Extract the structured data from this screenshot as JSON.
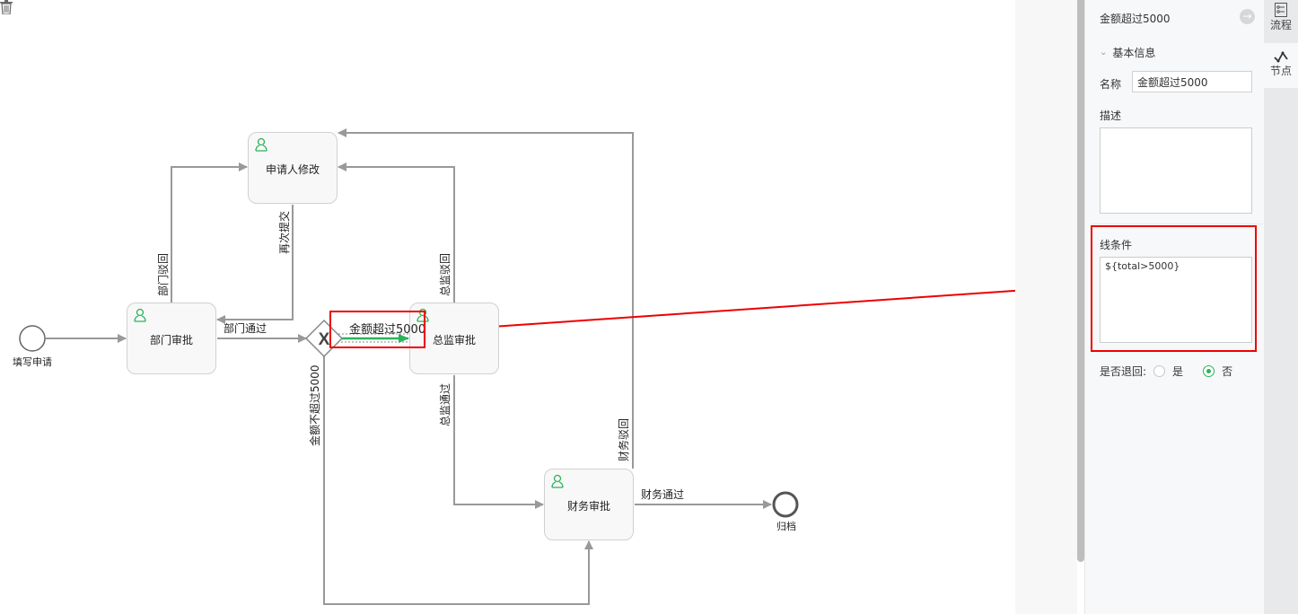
{
  "diagram": {
    "start_event": {
      "label": "填写申请"
    },
    "end_event": {
      "label": "归档"
    },
    "tasks": [
      {
        "id": "dept",
        "label": "部门审批",
        "icon": "user-task-icon"
      },
      {
        "id": "applicant",
        "label": "申请人修改",
        "icon": "user-task-icon"
      },
      {
        "id": "director",
        "label": "总监审批",
        "icon": "user-task-icon"
      },
      {
        "id": "finance",
        "label": "财务审批",
        "icon": "user-task-icon"
      }
    ],
    "gateway": {
      "type": "exclusive",
      "symbol": "X"
    },
    "flows": [
      {
        "label": "部门通过"
      },
      {
        "label": "部门驳回"
      },
      {
        "label": "再次提交"
      },
      {
        "label": "总监驳回"
      },
      {
        "label": "金额超过5000",
        "selected": true
      },
      {
        "label": "金额不超过5000"
      },
      {
        "label": "总监通过"
      },
      {
        "label": "财务驳回"
      },
      {
        "label": "财务通过"
      }
    ],
    "colors": {
      "line": "#999999",
      "selected_flow": "#2bb35a",
      "user_icon": "#2bb35a",
      "annotation": "#ee0000"
    }
  },
  "panel": {
    "title": "金额超过5000",
    "section_basic": "基本信息",
    "name_label": "名称",
    "name_value": "金额超过5000",
    "desc_label": "描述",
    "desc_value": "",
    "condition_label": "线条件",
    "condition_value": "${total>5000}",
    "return_label": "是否退回:",
    "return_options": [
      {
        "label": "是",
        "checked": false
      },
      {
        "label": "否",
        "checked": true
      }
    ]
  },
  "tabs": [
    {
      "label": "流程",
      "icon": "process-icon",
      "active": false
    },
    {
      "label": "节点",
      "icon": "node-icon",
      "active": true
    }
  ]
}
